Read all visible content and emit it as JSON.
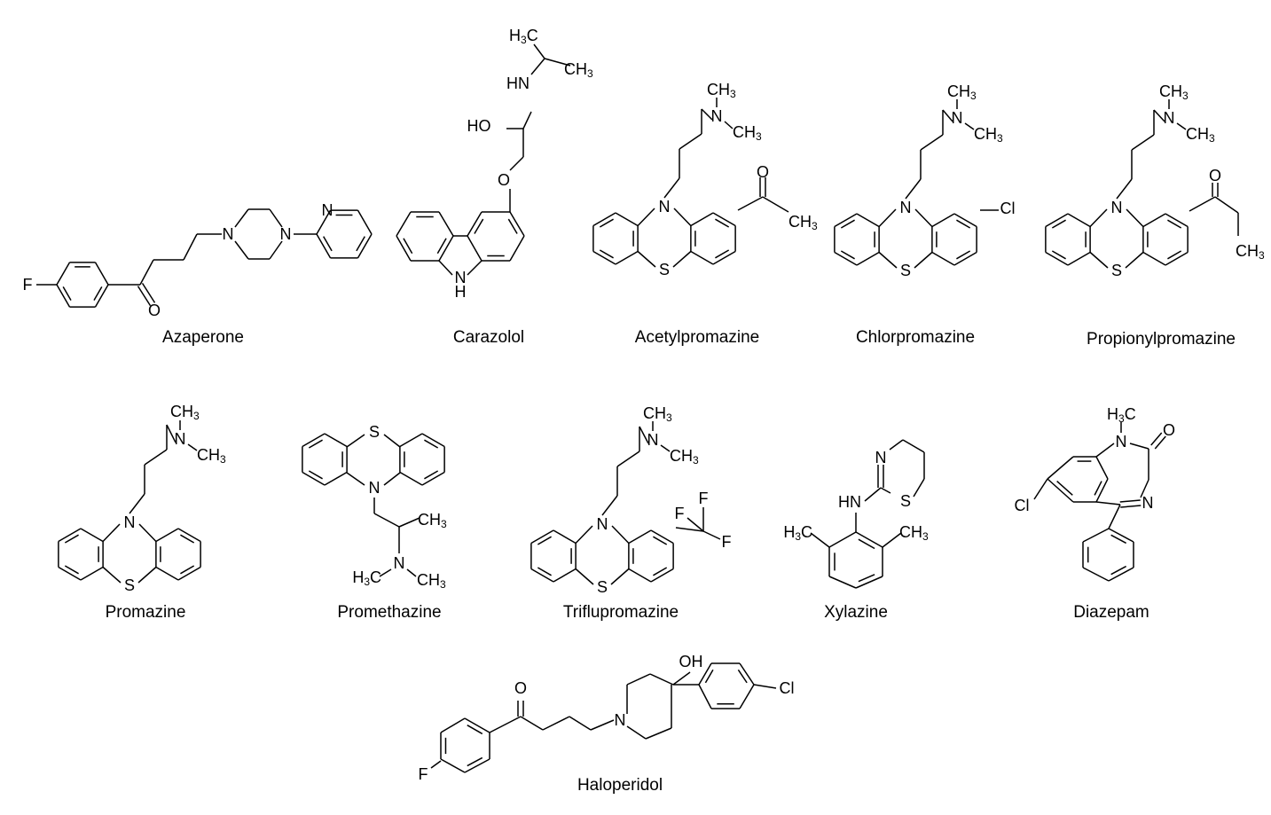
{
  "compounds": [
    {
      "name": "Azaperone"
    },
    {
      "name": "Carazolol"
    },
    {
      "name": "Acetylpromazine"
    },
    {
      "name": "Chlorpromazine"
    },
    {
      "name": "Propionylpromazine"
    },
    {
      "name": "Promazine"
    },
    {
      "name": "Promethazine"
    },
    {
      "name": "Triflupromazine"
    },
    {
      "name": "Xylazine"
    },
    {
      "name": "Diazepam"
    },
    {
      "name": "Haloperidol"
    }
  ],
  "atom_labels": {
    "F": "F",
    "O": "O",
    "N": "N",
    "S": "S",
    "Cl": "Cl",
    "H": "H",
    "HO": "HO",
    "HN": "HN",
    "OH": "OH",
    "CH": "CH",
    "HC": "H",
    "C": "C",
    "three": "3"
  }
}
